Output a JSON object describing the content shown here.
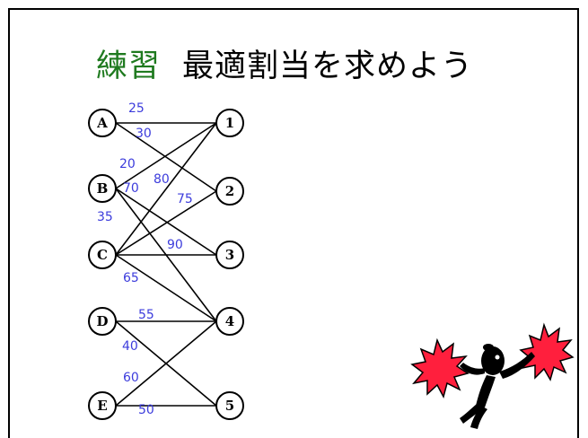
{
  "title": {
    "accent": "練習",
    "main": "最適割当を求めよう"
  },
  "left_nodes": [
    "A",
    "B",
    "C",
    "D",
    "E"
  ],
  "right_nodes": [
    "1",
    "2",
    "3",
    "4",
    "5"
  ],
  "edges": [
    {
      "from": "A",
      "to": "1",
      "weight": "25"
    },
    {
      "from": "A",
      "to": "2",
      "weight": "30"
    },
    {
      "from": "B",
      "to": "1",
      "weight": "20"
    },
    {
      "from": "B",
      "to": "3",
      "weight": "70"
    },
    {
      "from": "B",
      "to": "4",
      "weight": "35"
    },
    {
      "from": "C",
      "to": "1",
      "weight": "80"
    },
    {
      "from": "C",
      "to": "2",
      "weight": "75"
    },
    {
      "from": "C",
      "to": "3",
      "weight": "90"
    },
    {
      "from": "C",
      "to": "4",
      "weight": "65"
    },
    {
      "from": "D",
      "to": "4",
      "weight": "55"
    },
    {
      "from": "D",
      "to": "5",
      "weight": "40"
    },
    {
      "from": "E",
      "to": "4",
      "weight": "60"
    },
    {
      "from": "E",
      "to": "5",
      "weight": "50"
    }
  ],
  "colors": {
    "accent": "#1f7a1f",
    "weight_text": "#3c3cdc",
    "burst": "#ff1f3d"
  },
  "clipart": "cheerleader-with-pompoms"
}
